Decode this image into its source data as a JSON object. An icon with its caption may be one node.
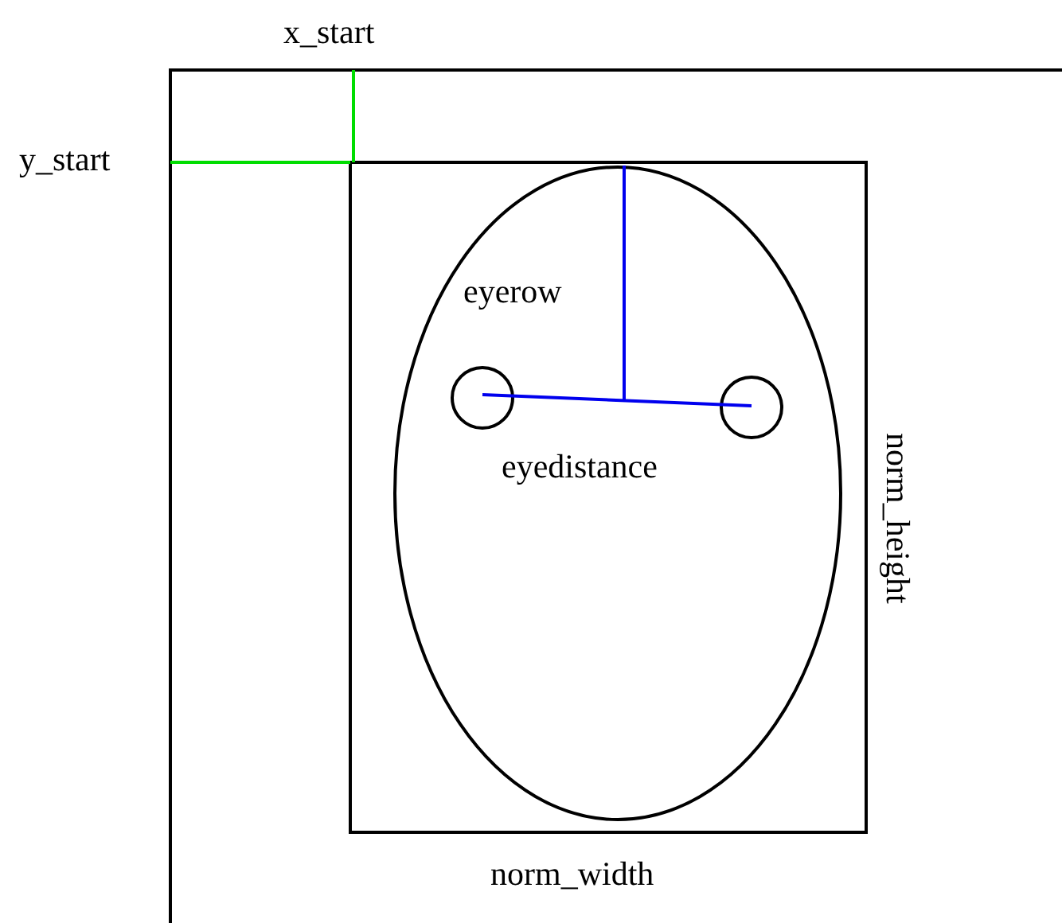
{
  "diagram": {
    "labels": [
      "x_start",
      "y_start",
      "eyerow",
      "eyedistance",
      "norm_height",
      "norm_width"
    ]
  }
}
